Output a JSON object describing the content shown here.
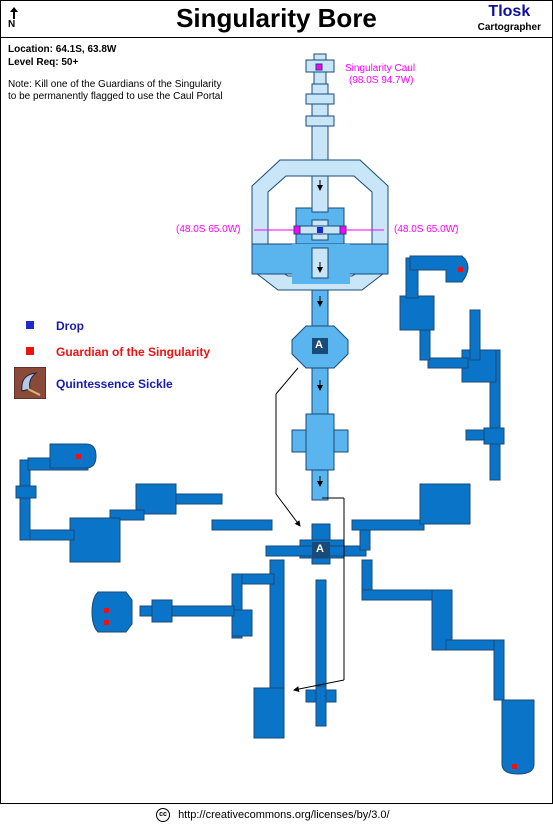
{
  "header": {
    "compass_label": "N",
    "title": "Singularity Bore",
    "author": "Tlosk",
    "author_role": "Cartographer"
  },
  "info": {
    "location": "Location: 64.1S, 63.8W",
    "level_req": "Level Req: 50+",
    "note": "Note: Kill one of the Guardians of the Singularity to be permanently flagged to use the Caul Portal"
  },
  "legend": [
    {
      "label": "Drop",
      "color": "#1c2bd0",
      "icon": "blue-square-icon"
    },
    {
      "label": "Guardian of the Singularity",
      "color": "#ee1111",
      "icon": "red-square-icon"
    },
    {
      "label": "Quintessence Sickle",
      "color": "#1a1ab0",
      "icon": "sickle-icon"
    }
  ],
  "map_labels": {
    "caul_name": "Singularity Caul",
    "caul_coords": "(98.0S 94.7W)",
    "portal_left": "(48.0S 65.0W)",
    "portal_right": "(48.0S 65.0W)",
    "portal_marker": "A"
  },
  "colors": {
    "light_blue": "#c8e6f8",
    "mid_blue": "#5ab4ee",
    "dark_blue": "#0a74c8",
    "outline": "#1a4a78",
    "magenta": "#ff00ff",
    "guardian": "#ee1111",
    "drop": "#1c2bd0"
  },
  "footer": {
    "license_badge": "cc",
    "license_url": "http://creativecommons.org/licenses/by/3.0/"
  }
}
